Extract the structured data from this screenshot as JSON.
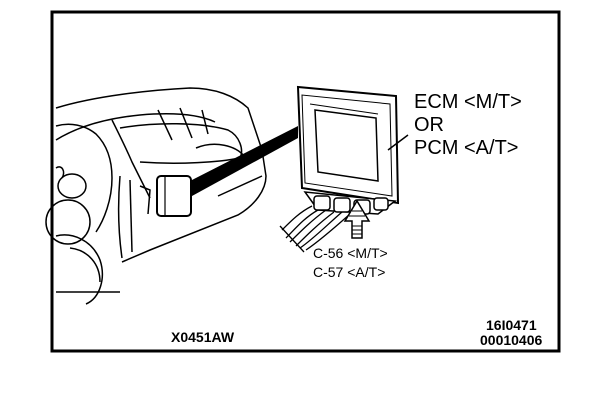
{
  "labels": {
    "module_line1": "ECM <M/T>",
    "module_line2": "OR",
    "module_line3": "PCM <A/T>",
    "connector_line1": "C-56 <M/T>",
    "connector_line2": "C-57 <A/T>",
    "figure_code": "X0451AW",
    "ref_number": "16I0471",
    "doc_number": "00010406"
  },
  "colors": {
    "ink": "#000000",
    "paper": "#ffffff"
  }
}
